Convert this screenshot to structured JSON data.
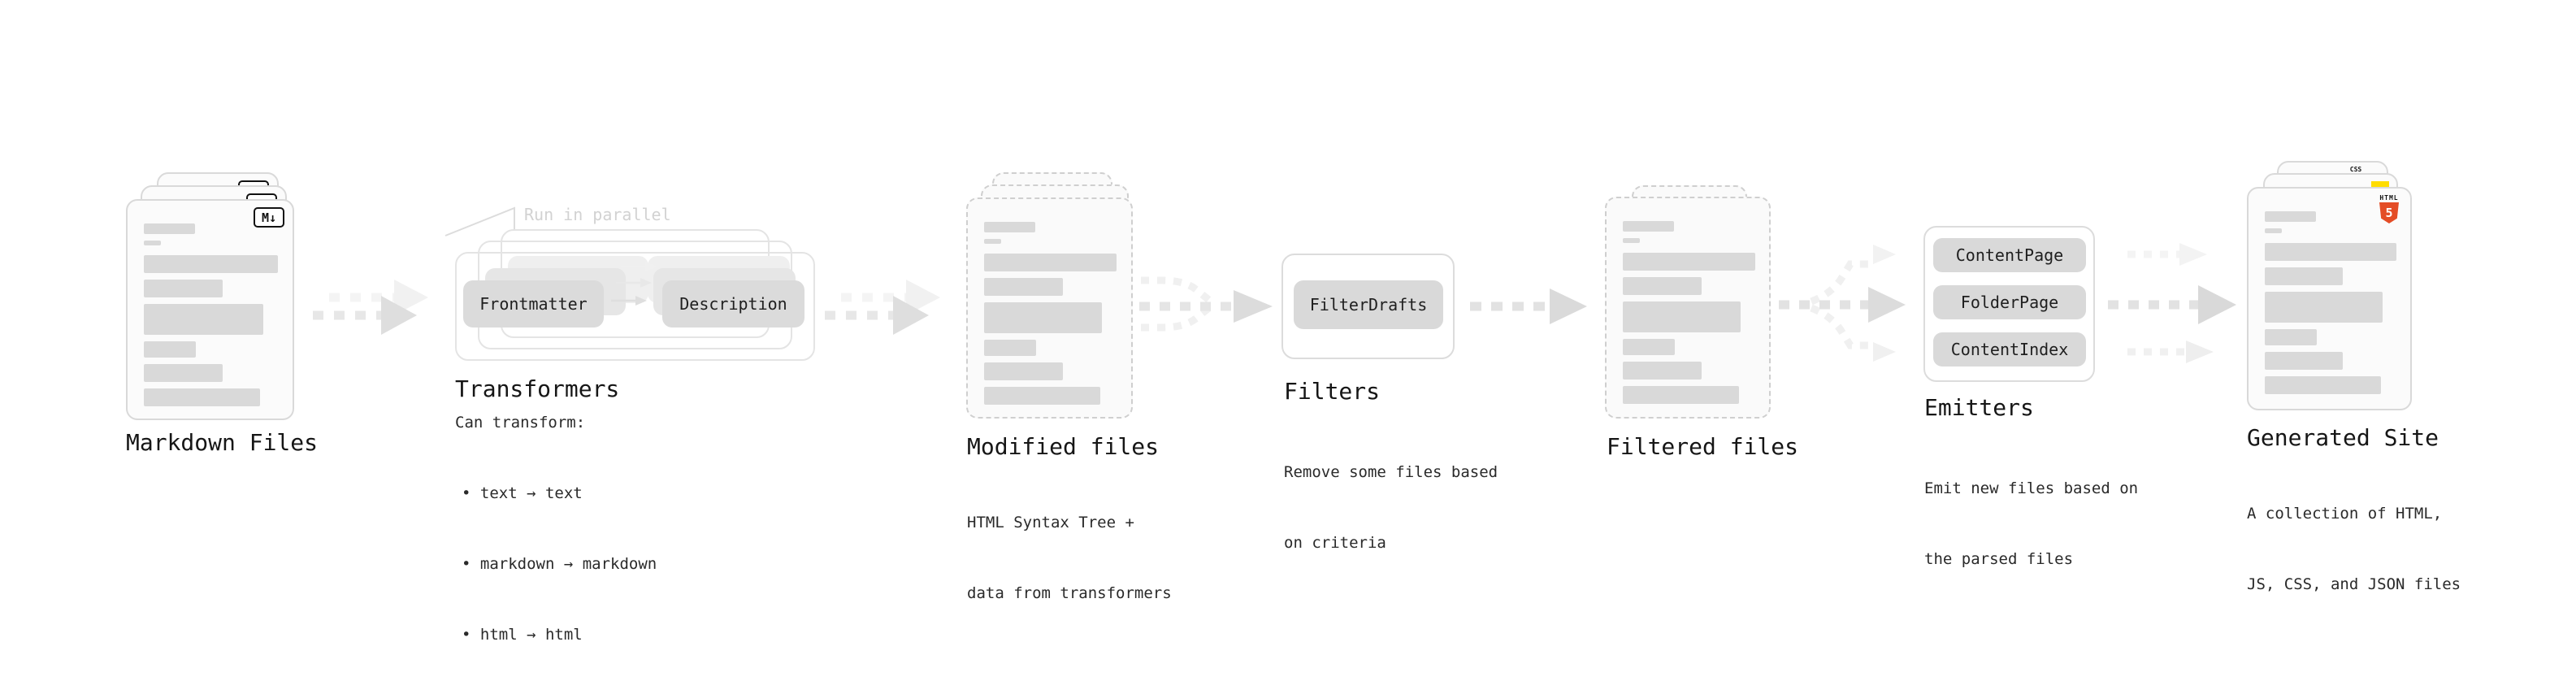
{
  "colors": {
    "background": "#ffffff",
    "doc_border": "#d9d9d9",
    "doc_dashed_border": "#cfcfcf",
    "bar_gray": "#d9d9d9",
    "pill_gray": "#dbdbdb",
    "arrow_gray": "#e2e2e2",
    "arrow_head_gray": "#dcdcdc",
    "annotation_gray": "#d2d2d2",
    "text_dark": "#1a1a1a",
    "css_blue": "#2563eb",
    "js_yellow": "#ffdd00",
    "html5_orange": "#e44d26"
  },
  "stages": {
    "markdown": {
      "label": "Markdown Files",
      "badge": "M↓"
    },
    "transformers": {
      "label": "Transformers",
      "annotation": "Run in parallel",
      "pill_left": "Frontmatter",
      "pill_right": "Description",
      "sub_title": "Can transform:",
      "bullet_char": "•",
      "bullets": [
        "text → text",
        "markdown → markdown",
        "html → html"
      ]
    },
    "modified": {
      "label": "Modified files",
      "description": [
        "HTML Syntax Tree +",
        "data from transformers"
      ]
    },
    "filters": {
      "label": "Filters",
      "pill": "FilterDrafts",
      "description": [
        "Remove some files based",
        "on criteria"
      ]
    },
    "filtered": {
      "label": "Filtered files"
    },
    "emitters": {
      "label": "Emitters",
      "pills": [
        "ContentPage",
        "FolderPage",
        "ContentIndex"
      ],
      "description": [
        "Emit new files based on",
        "the parsed files"
      ]
    },
    "generated": {
      "label": "Generated Site",
      "description": [
        "A collection of HTML,",
        "JS, CSS, and JSON files"
      ],
      "css_badge": "CSS",
      "html_word": "HTML",
      "html5_number": "5"
    }
  }
}
